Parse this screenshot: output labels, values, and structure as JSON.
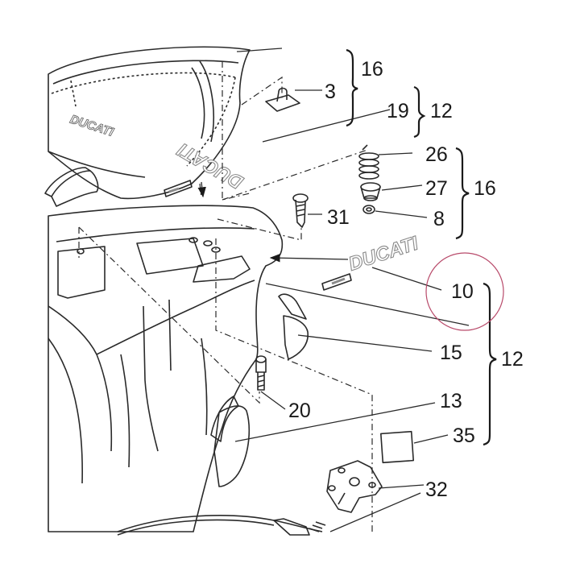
{
  "colors": {
    "line": "#2a2a2a",
    "body_fill": "#bfbfbf",
    "seat_fill": "#ffffff",
    "logo_grey": "#9a9a9a",
    "highlight_circle": "#b84a6a"
  },
  "brand_logos": [
    "DUCATI",
    "DUCATI",
    "DUCATI"
  ],
  "callouts": {
    "c3": "3",
    "c16a": "16",
    "c19": "19",
    "c12a": "12",
    "c26": "26",
    "c27": "27",
    "c16b": "16",
    "c31": "31",
    "c8": "8",
    "c10": "10",
    "c15": "15",
    "c12b": "12",
    "c13": "13",
    "c20": "20",
    "c35": "35",
    "c32": "32"
  }
}
